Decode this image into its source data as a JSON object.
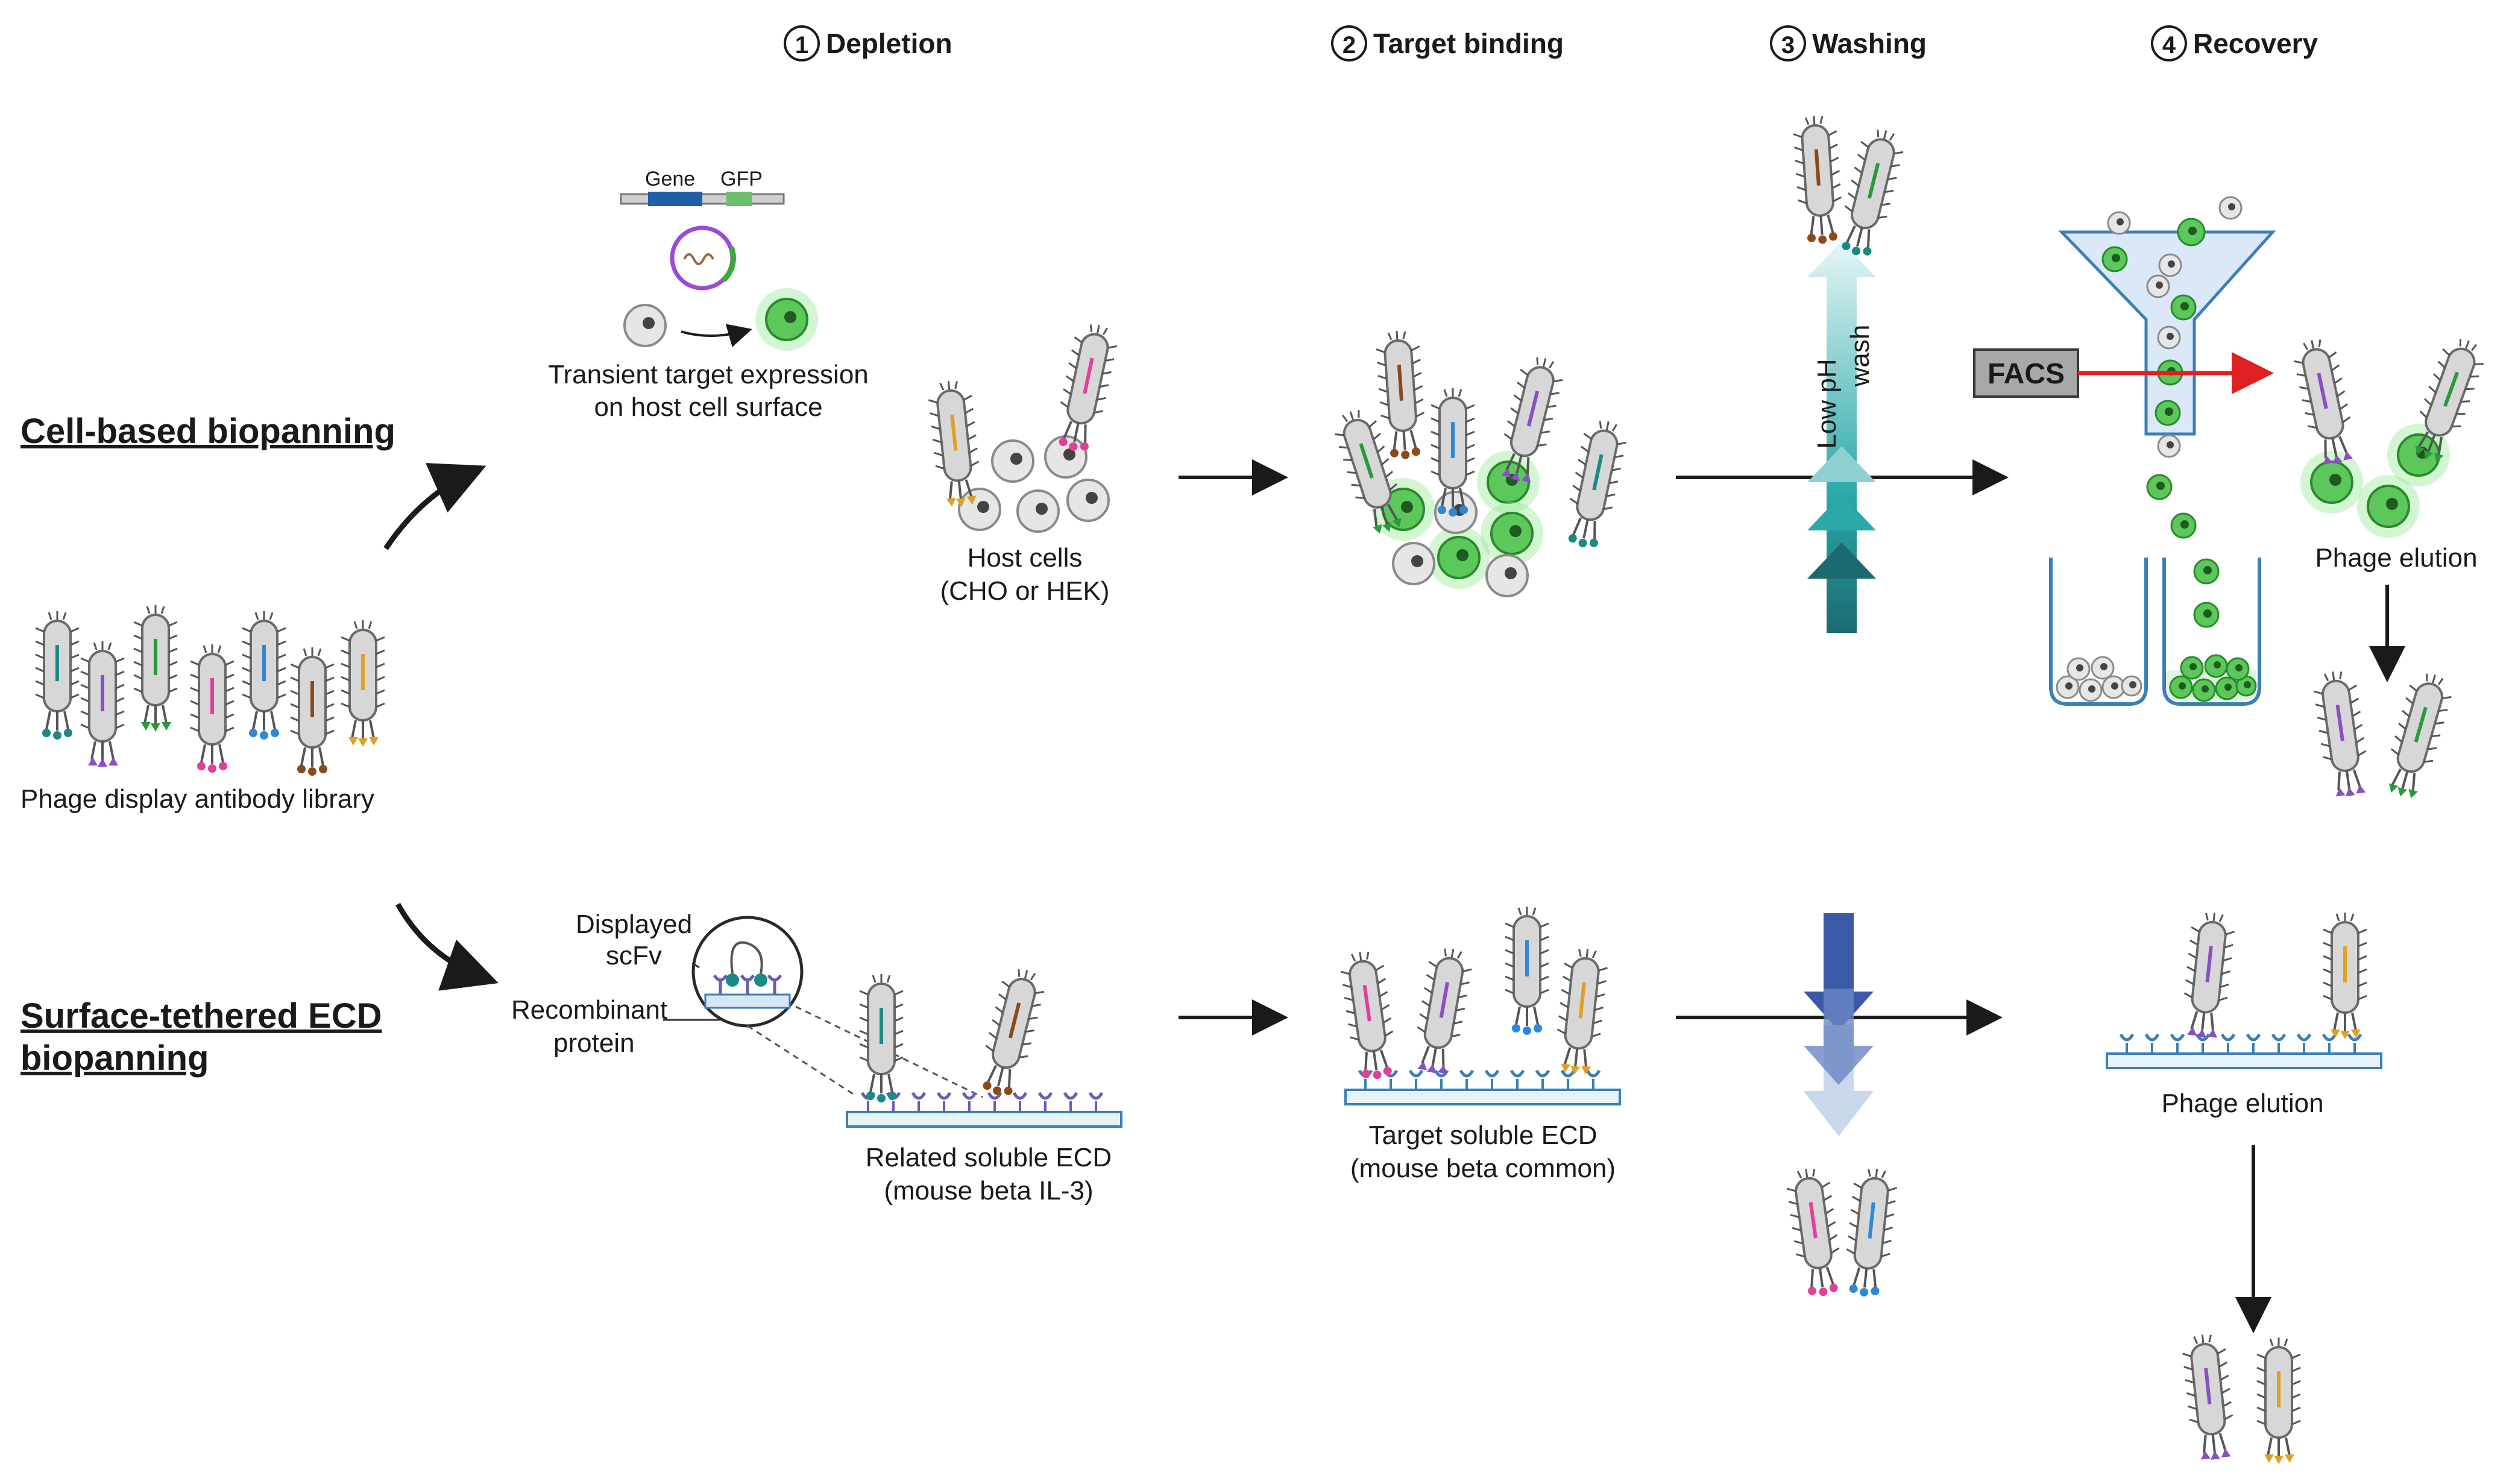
{
  "steps": [
    {
      "number": "1",
      "label": "Depletion"
    },
    {
      "number": "2",
      "label": "Target binding"
    },
    {
      "number": "3",
      "label": "Washing"
    },
    {
      "number": "4",
      "label": "Recovery"
    }
  ],
  "sections": {
    "cell_based": "Cell-based biopanning",
    "surface_line1": "Surface-tethered ECD",
    "surface_line2": "biopanning"
  },
  "library": {
    "label": "Phage display antibody library"
  },
  "plasmid": {
    "gene": "Gene",
    "gfp": "GFP"
  },
  "transient": {
    "line1": "Transient target expression",
    "line2": "on host cell surface"
  },
  "host_cells": {
    "line1": "Host cells",
    "line2": "(CHO or HEK)"
  },
  "wash": {
    "line1": "Low pH",
    "line2": "wash"
  },
  "facs": {
    "label": "FACS"
  },
  "elution": {
    "top": "Phage elution",
    "bottom": "Phage elution"
  },
  "zoom": {
    "displayed_line1": "Displayed",
    "displayed_line2": "scFv",
    "recombinant_line1": "Recombinant",
    "recombinant_line2": "protein"
  },
  "related_ecd": {
    "line1": "Related soluble ECD",
    "line2": "(mouse beta IL-3)"
  },
  "target_ecd": {
    "line1": "Target soluble ECD",
    "line2": "(mouse beta common)"
  },
  "colors": {
    "teal": "#1a8a85",
    "purple": "#8a4fc2",
    "green": "#2a9a3a",
    "pink": "#e0409a",
    "blue": "#2a8ad8",
    "brown": "#8a4a1a",
    "orange": "#e0a020",
    "gfp_green": "#5cc85c",
    "receptor_blue": "#3a7fb8",
    "facs_red": "#e02020",
    "wash_dark": "#1a6a70"
  }
}
